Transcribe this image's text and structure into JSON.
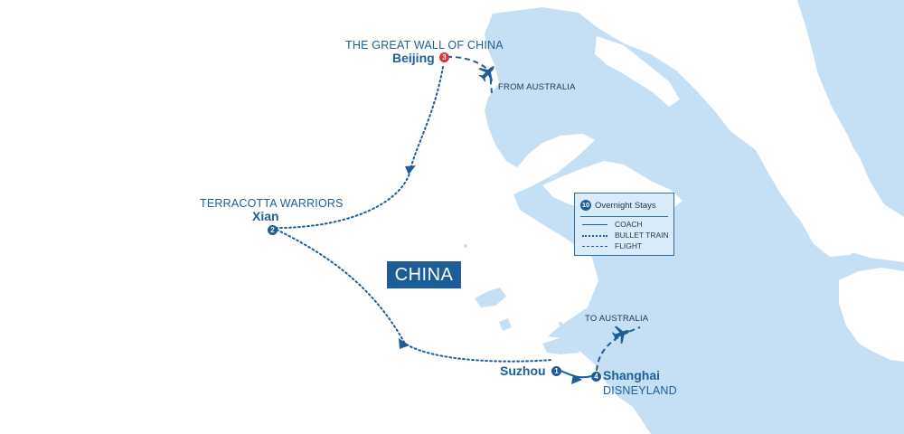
{
  "map": {
    "country_label": "CHINA",
    "colors": {
      "sea": "#c5dff4",
      "land": "#ffffff",
      "route": "#1d5e98",
      "badge_blue": "#1c5c99",
      "badge_red": "#e0303f"
    },
    "stops": [
      {
        "order": "1",
        "city": "Suzhou",
        "caption": ""
      },
      {
        "order": "2",
        "city": "Xian",
        "caption": "TERRACOTTA WARRIORS"
      },
      {
        "order": "3",
        "city": "Beijing",
        "caption": "THE GREAT WALL OF CHINA"
      },
      {
        "order": "4",
        "city": "Shanghai",
        "caption": "DISNEYLAND"
      }
    ],
    "flights": {
      "inbound": "FROM AUSTRALIA",
      "outbound": "TO AUSTRALIA"
    },
    "legend": {
      "nights": "10",
      "title": "Overnight Stays",
      "items": [
        {
          "label": "COACH",
          "style": "solid"
        },
        {
          "label": "BULLET TRAIN",
          "style": "dotted"
        },
        {
          "label": "FLIGHT",
          "style": "dashed"
        }
      ]
    }
  }
}
